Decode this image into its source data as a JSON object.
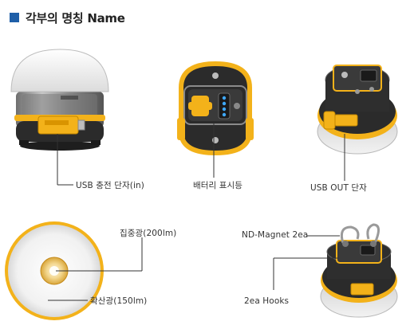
{
  "header": {
    "title": "각부의 명칭 Name"
  },
  "labels": {
    "usb_in": "USB 충전 단자(in)",
    "battery": "배터리 표시등",
    "usb_out": "USB OUT 단자",
    "spot": "집중광(200lm)",
    "flood": "확산광(150lm)",
    "magnet": "ND-Magnet 2ea",
    "hooks": "2ea Hooks"
  },
  "colors": {
    "accent_yellow": "#f3b21a",
    "header_square": "#1f5fa8",
    "body_dark": "#2b2b2b",
    "metal": "#9a9a9a",
    "lamp_white": "#f4f4f4"
  },
  "icons": [
    "usb-plug-icon",
    "battery-led-icon",
    "magnet-icon",
    "hook-icon"
  ]
}
